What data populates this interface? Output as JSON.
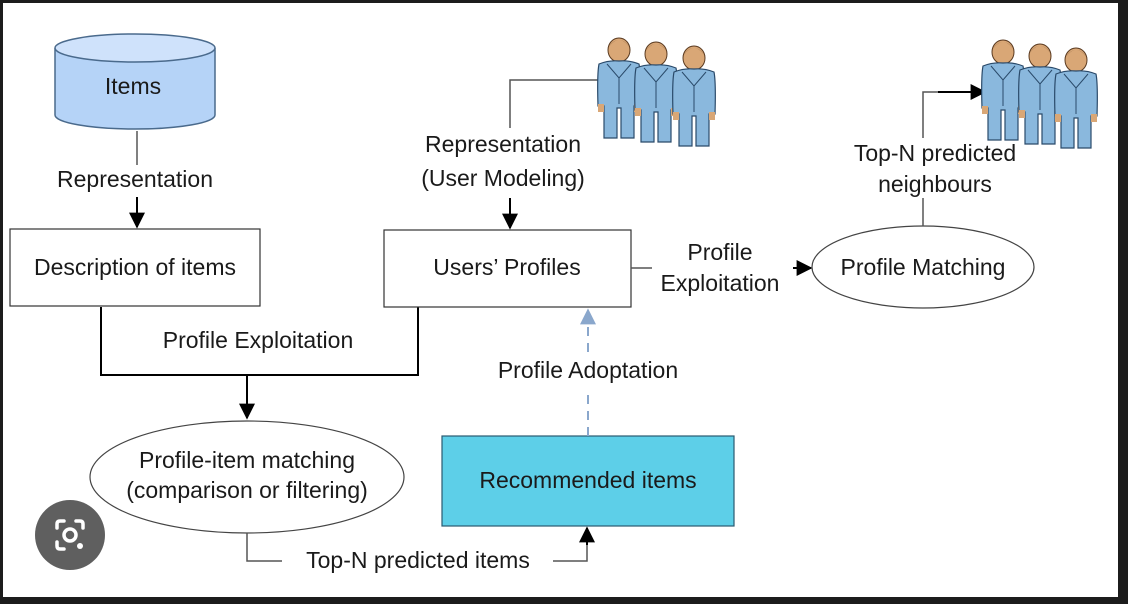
{
  "items_db_label": "Items",
  "representation_label": "Representation",
  "description_box": "Description of items",
  "profile_exploitation_left": "Profile Exploitation",
  "matching_line1": "Profile-item matching",
  "matching_line2": "(comparison or filtering)",
  "top_n_items": "Top-N predicted items",
  "recommended_box": "Recommended items",
  "profile_adoptation": "Profile Adoptation",
  "user_repr_line1": "Representation",
  "user_repr_line2": "(User Modeling)",
  "users_profiles_box": "Users’ Profiles",
  "exploit_right_line1": "Profile",
  "exploit_right_line2": "Exploitation",
  "profile_matching": "Profile Matching",
  "neighbours_line1": "Top-N predicted",
  "neighbours_line2": "neighbours",
  "colors": {
    "items_db": "#b5d3f7",
    "recommended": "#5dcfe8",
    "dashed_arrow": "#8aa7cc",
    "people": "#8ab8dd"
  },
  "icons": {
    "users_group": "people-group-icon",
    "neighbours_group": "people-group-icon",
    "lens": "google-lens-icon"
  }
}
